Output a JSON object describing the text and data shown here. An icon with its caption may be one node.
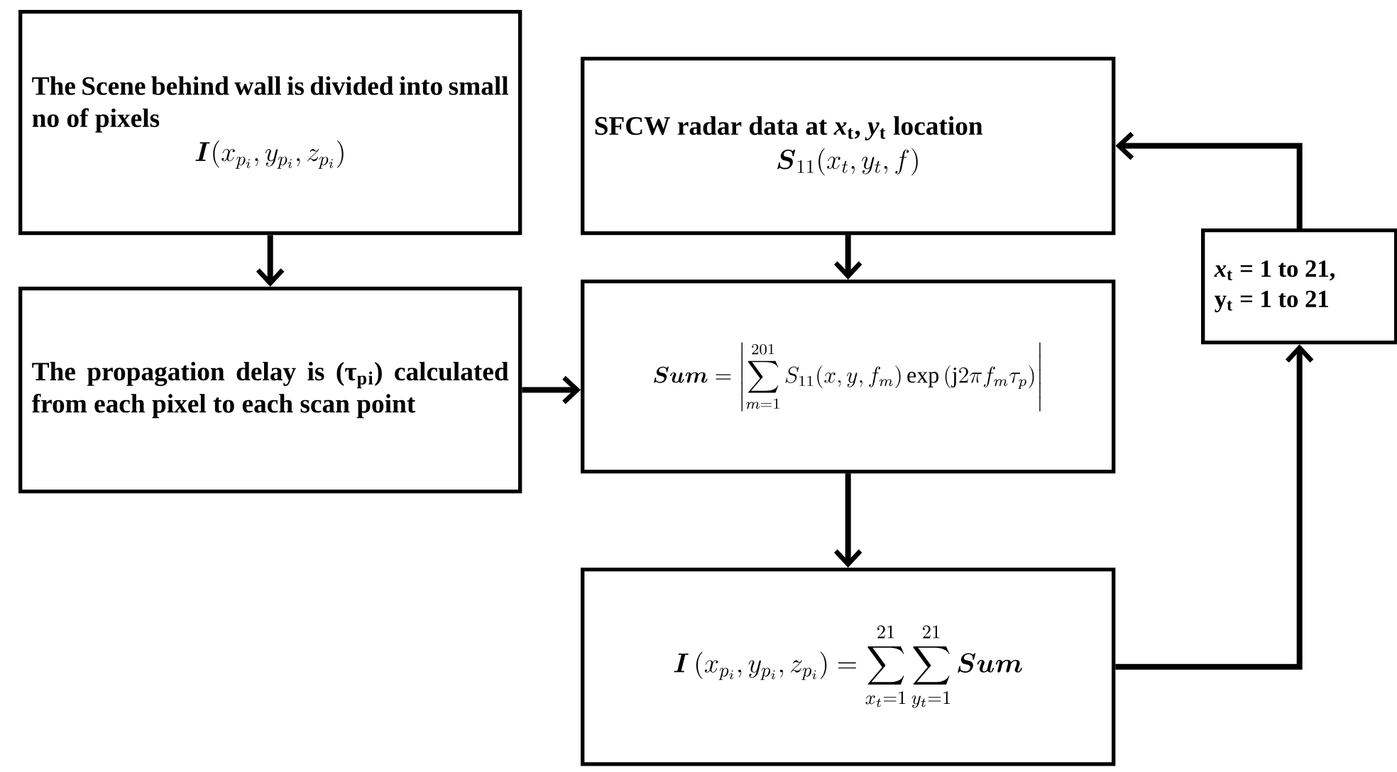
{
  "diagram": {
    "nodes": [
      {
        "text": [
          "The Scene behind wall is divided into small no of pixels",
          "\\boldsymbol{I}(x_{p_i},y_{p_i},z_{p_i})"
        ]
      },
      {
        "text": [
          "The propagation delay is (τ$_{p}$$_{i}$) calculated from each pixel to each scan point"
        ]
      },
      {
        "text": [
          "SFCW radar data at *x*$_{t}$, *y*$_{t}$ location",
          "\\boldsymbol{S}_{11}(x_t,y_t,f)"
        ]
      },
      {
        "text": [
          "\\boldsymbol{Sum}=\\left|\\sum_{m=1}^{201} S_{11}(x,y,f_m)\\exp\\left(\\mathrm{j}2\\pi f_m\\tau_p\\right)\\right|"
        ]
      },
      {
        "text": [
          "\\boldsymbol{I}\\left(x_{p_i},y_{p_i},z_{p_i}\\right)=\\sum_{x_t=1}^{21}\\sum_{y_t=1}^{21}\\boldsymbol{Sum}"
        ]
      },
      {
        "text": [
          "*x*$_{t}$ = 1 to 21,",
          "y$_{t}$ = 1 to 21"
        ]
      }
    ],
    "edges": [
      {
        "from": 0,
        "to": 1,
        "arrow": "to"
      },
      {
        "from": 1,
        "to": 3,
        "arrow": "to"
      },
      {
        "from": 2,
        "to": 3,
        "arrow": "to"
      },
      {
        "from": 3,
        "to": 4,
        "arrow": "to"
      },
      {
        "from": 4,
        "to": 5,
        "arrow": "to"
      },
      {
        "from": 5,
        "to": 2,
        "arrow": "to"
      }
    ]
  }
}
